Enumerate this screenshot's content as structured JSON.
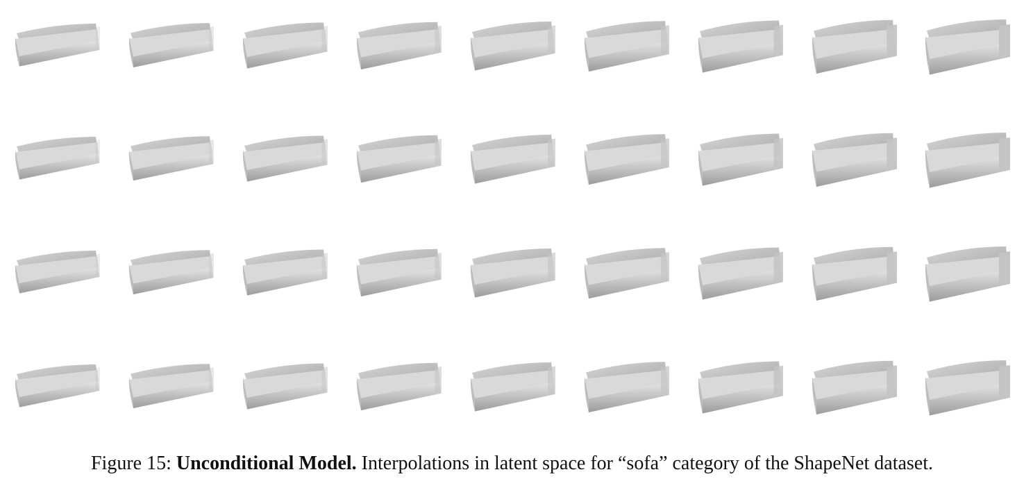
{
  "figure": {
    "caption_prefix": "Figure 15:",
    "caption_bold": "Unconditional Model.",
    "caption_rest": "Interpolations in latent space for “sofa” category of the ShapeNet dataset.",
    "grid": {
      "rows": 4,
      "columns": 9,
      "thumbnail": "sofa-render"
    }
  }
}
